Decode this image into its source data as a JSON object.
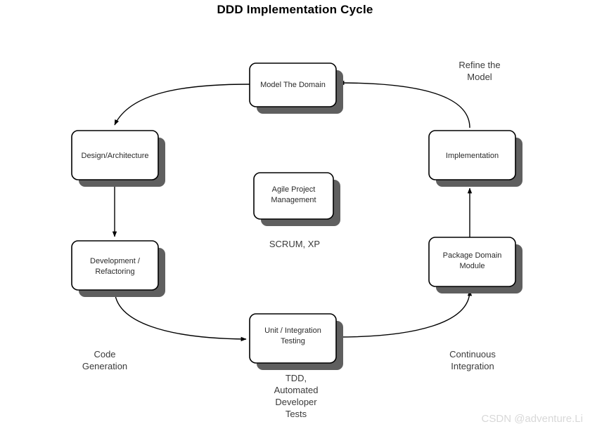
{
  "title": "DDD Implementation Cycle",
  "watermark": "CSDN @adventure.Li",
  "nodes": {
    "model": {
      "line1": "Model The Domain"
    },
    "design": {
      "line1": "Design/Architecture"
    },
    "development": {
      "line1": "Development /",
      "line2": "Refactoring"
    },
    "testing": {
      "line1": "Unit / Integration",
      "line2": "Testing"
    },
    "package": {
      "line1": "Package Domain",
      "line2": "Module"
    },
    "implementation": {
      "line1": "Implementation"
    },
    "agile": {
      "line1": "Agile Project",
      "line2": "Management"
    }
  },
  "labels": {
    "refine": {
      "line1": "Refine the",
      "line2": "Model"
    },
    "code_generation": {
      "line1": "Code",
      "line2": "Generation"
    },
    "continuous_integration": {
      "line1": "Continuous",
      "line2": "Integration"
    },
    "scrum": {
      "line1": "SCRUM, XP"
    },
    "tdd": {
      "line1": "TDD,",
      "line2": "Automated",
      "line3": "Developer",
      "line4": "Tests"
    }
  },
  "colors": {
    "box_fill": "#ffffff",
    "box_stroke": "#000000",
    "shadow": "#5f5f5f",
    "text": "#2a2a2a",
    "watermark": "#d8d8d8"
  },
  "chart_data": {
    "type": "diagram",
    "title": "DDD Implementation Cycle",
    "nodes": [
      "Model The Domain",
      "Design/Architecture",
      "Development / Refactoring",
      "Unit / Integration Testing",
      "Package Domain Module",
      "Implementation",
      "Agile Project Management"
    ],
    "edges": [
      {
        "from": "Model The Domain",
        "to": "Design/Architecture",
        "label": ""
      },
      {
        "from": "Design/Architecture",
        "to": "Development / Refactoring",
        "label": ""
      },
      {
        "from": "Development / Refactoring",
        "to": "Unit / Integration Testing",
        "label": "Code Generation"
      },
      {
        "from": "Unit / Integration Testing",
        "to": "Package Domain Module",
        "label": "Continuous Integration"
      },
      {
        "from": "Package Domain Module",
        "to": "Implementation",
        "label": ""
      },
      {
        "from": "Implementation",
        "to": "Model The Domain",
        "label": "Refine the Model"
      }
    ],
    "annotations": [
      {
        "text": "SCRUM, XP",
        "attached_to": "Agile Project Management"
      },
      {
        "text": "TDD, Automated Developer Tests",
        "attached_to": "Unit / Integration Testing"
      }
    ]
  }
}
